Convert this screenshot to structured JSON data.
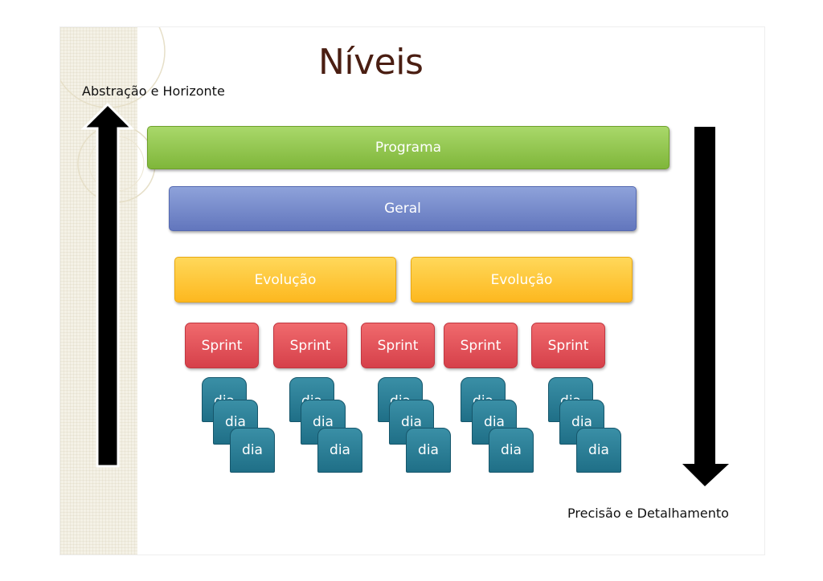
{
  "title": "Níveis",
  "left_axis_label": "Abstração e Horizonte",
  "right_axis_label": "Precisão e Detalhamento",
  "levels": {
    "programa": "Programa",
    "geral": "Geral",
    "evolucao": [
      "Evolução",
      "Evolução"
    ],
    "sprint": [
      "Sprint",
      "Sprint",
      "Sprint",
      "Sprint",
      "Sprint"
    ],
    "dia": "dia"
  },
  "colors": {
    "title": "#4a1e12",
    "programa": "#8fc54a",
    "geral": "#7486cb",
    "evolucao": "#fcc43a",
    "sprint": "#e2545b",
    "dia": "#2b7f97",
    "arrow": "#000000"
  }
}
